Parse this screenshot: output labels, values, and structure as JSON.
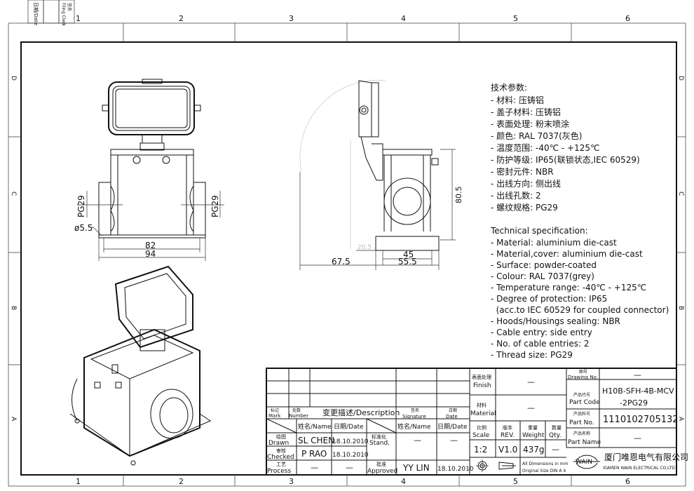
{
  "frame": {
    "columns": [
      "1",
      "2",
      "3",
      "4",
      "5",
      "6"
    ],
    "rows": [
      "D",
      "C",
      "B",
      "A"
    ],
    "corner_labels": {
      "date": "日期/Date",
      "filing_cn": "签名",
      "filing_en": "Filing Clerk"
    }
  },
  "front_view": {
    "dim_width_inner": "82",
    "dim_width_outer": "94",
    "dim_hole": "ø5.5",
    "thread_left": "PG29",
    "thread_right": "PG29"
  },
  "side_view": {
    "dim_height": "80.5",
    "dim_base": "45",
    "dim_base_outer": "55.5",
    "dim_offset": "20.5",
    "dim_cover": "67.5"
  },
  "spec_cn": {
    "title": "技术参数:",
    "items": [
      "- 材料: 压铸铝",
      "- 盖子材料: 压铸铝",
      "- 表面处理: 粉末喷涂",
      "- 颜色: RAL 7037(灰色)",
      "- 温度范围: -40℃ - +125℃",
      "- 防护等级: IP65(联锁状态,IEC 60529)",
      "- 密封元件: NBR",
      "- 出线方向: 侧出线",
      "- 出线孔数: 2",
      "- 螺纹规格: PG29"
    ]
  },
  "spec_en": {
    "title": "Technical specification:",
    "items": [
      "- Material: aluminium die-cast",
      "- Material,cover: aluminium die-cast",
      "- Surface: powder-coated",
      "- Colour: RAL 7037(grey)",
      "- Temperature range: -40℃ - +125℃",
      "- Degree of protection: IP65",
      "  (acc.to IEC 60529 for coupled connector)",
      "- Hoods/Housings sealing: NBR",
      "- Cable entry: side entry",
      "- No. of cable entries: 2",
      "- Thread size: PG29"
    ]
  },
  "title_block": {
    "mark_cn": "标记",
    "mark_en": "Mark",
    "number_cn": "处数",
    "number_en": "Number",
    "description": "变更描述/Description",
    "signature_cn": "签名",
    "signature_en": "Signature",
    "date_cn": "日期",
    "date_en": "Date",
    "name_hdr": "姓名/Name",
    "date_hdr": "日期/Date",
    "name_hdr2": "姓名/Name",
    "date_hdr2": "日期/Date",
    "drawn_cn": "绘图",
    "drawn_en": "Drawn",
    "drawn_name": "SL CHEN",
    "drawn_date": "18.10.2010",
    "stand_cn": "标准化",
    "stand_en": "Stand.",
    "stand_name": "—",
    "stand_date": "—",
    "checked_cn": "审核",
    "checked_en": "Checked",
    "checked_name": "P RAO",
    "checked_date": "18.10.2010",
    "process_cn": "工艺",
    "process_en": "Process",
    "process_name": "—",
    "process_date": "—",
    "approved_cn": "批准",
    "approved_en": "Approved",
    "approved_name": "YY LIN",
    "approved_date": "18.10.2010",
    "finish_cn": "表面处理",
    "finish_en": "Finish",
    "finish_val": "—",
    "material_cn": "材料",
    "material_en": "Material",
    "material_val": "—",
    "scale_cn": "比例",
    "scale_en": "Scale",
    "scale_val": "1:2",
    "rev_cn": "版本",
    "rev_en": "REV.",
    "rev_val": "V1.0",
    "weight_cn": "重量",
    "weight_en": "Weight",
    "weight_val": "437g",
    "qty_cn": "数量",
    "qty_en": "Qty.",
    "qty_val": "—",
    "dims_note1": "All Dimensions in mm",
    "dims_note2": "Original Size DIN A 4",
    "drawing_no_cn": "图号",
    "drawing_no_en": "Drawing No.",
    "drawing_no_val": "—",
    "part_code_cn": "产品代号",
    "part_code_en": "Part Code",
    "part_code_val1": "H10B-SFH-4B-MCV",
    "part_code_val2": "-2PG29",
    "part_no_cn": "产品料号",
    "part_no_en": "Part No.",
    "part_no_val": "1110102705132",
    "part_name_cn": "产品名称",
    "part_name_en": "Part Name",
    "part_name_val": "—",
    "logo_text": "WAIN",
    "company_cn": "厦门唯恩电气有限公司",
    "company_en": "XIAMEN WAIN ELECTRICAL CO.LTD"
  }
}
